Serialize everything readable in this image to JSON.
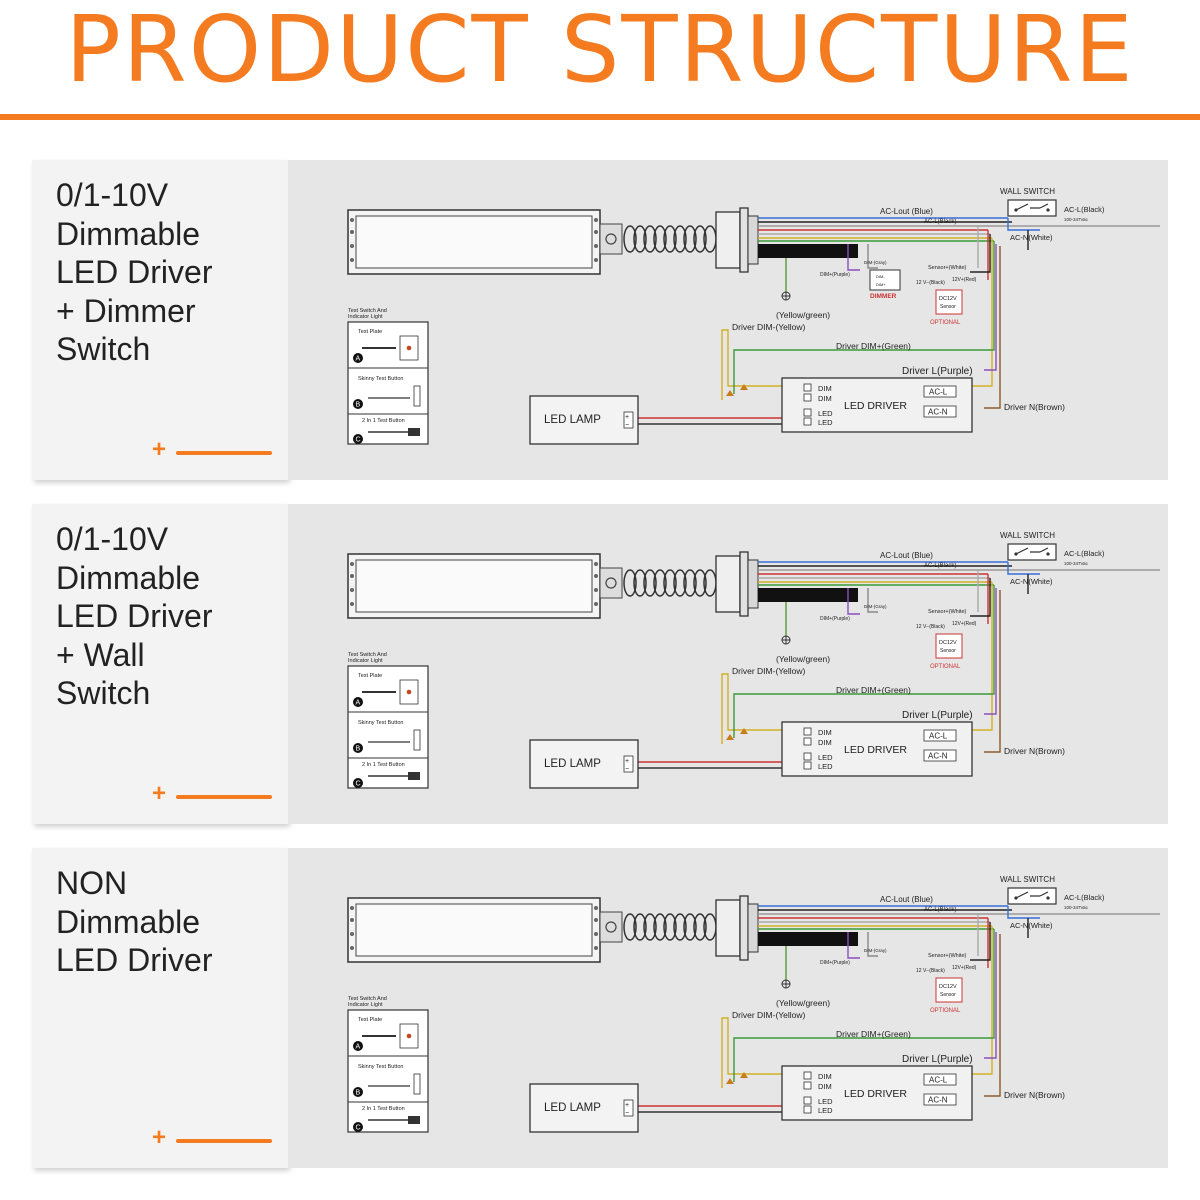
{
  "page": {
    "title": "PRODUCT STRUCTURE",
    "accent_color": "#f47b20"
  },
  "common": {
    "wall_switch": "WALL SWITCH",
    "ac_lout": "AC-Lout (Blue)",
    "ac_l_black": "AC-L(Black)",
    "ac_l_black_wall": "AC-L(Black)",
    "voltage_range": "100-347Vac",
    "ac_n_white": "AC-N(White)",
    "dim_gray": "DIM-(Gray)",
    "dim_purple": "DIM+(Purple)",
    "sensor_white": "Sensor+(White)",
    "v12_black": "12 V−(Black)",
    "v12_red": "12V+(Red)",
    "dc12v": "DC12V",
    "sensor": "Sensor",
    "optional": "OPTIONAL",
    "yellow_green": "(Yellow/green)",
    "driver_dim_yellow": "Driver DIM-(Yellow)",
    "driver_dim_green": "Driver DIM+(Green)",
    "driver_l_purple": "Driver L(Purple)",
    "driver_n_brown": "Driver N(Brown)",
    "led_driver": "LED DRIVER",
    "led_lamp": "LED LAMP",
    "dim": "DIM",
    "led": "LED",
    "ac_l": "AC-L",
    "ac_n": "AC-N",
    "dimmer": "DIMMER",
    "dimmer_dim_minus": "DIM-",
    "dimmer_dim_plus": "DIM+",
    "test_switch_line1": "Test Switch And",
    "test_switch_line2": "Indicator Light",
    "test_plate": "Test Plate",
    "skinny_test_button": "Skinny Test Button",
    "two_in_one": "2 In 1 Test Button",
    "badge_a": "A",
    "badge_b": "B",
    "badge_c": "C",
    "plus_sign": "+",
    "minus_sign": "−"
  },
  "panels": [
    {
      "label": "0/1-10V\nDimmable\nLED Driver\n+ Dimmer\nSwitch",
      "has_dimmer": true
    },
    {
      "label": "0/1-10V\nDimmable\nLED Driver\n+ Wall\nSwitch",
      "has_dimmer": false
    },
    {
      "label": "NON\nDimmable\nLED Driver",
      "has_dimmer": false
    }
  ]
}
